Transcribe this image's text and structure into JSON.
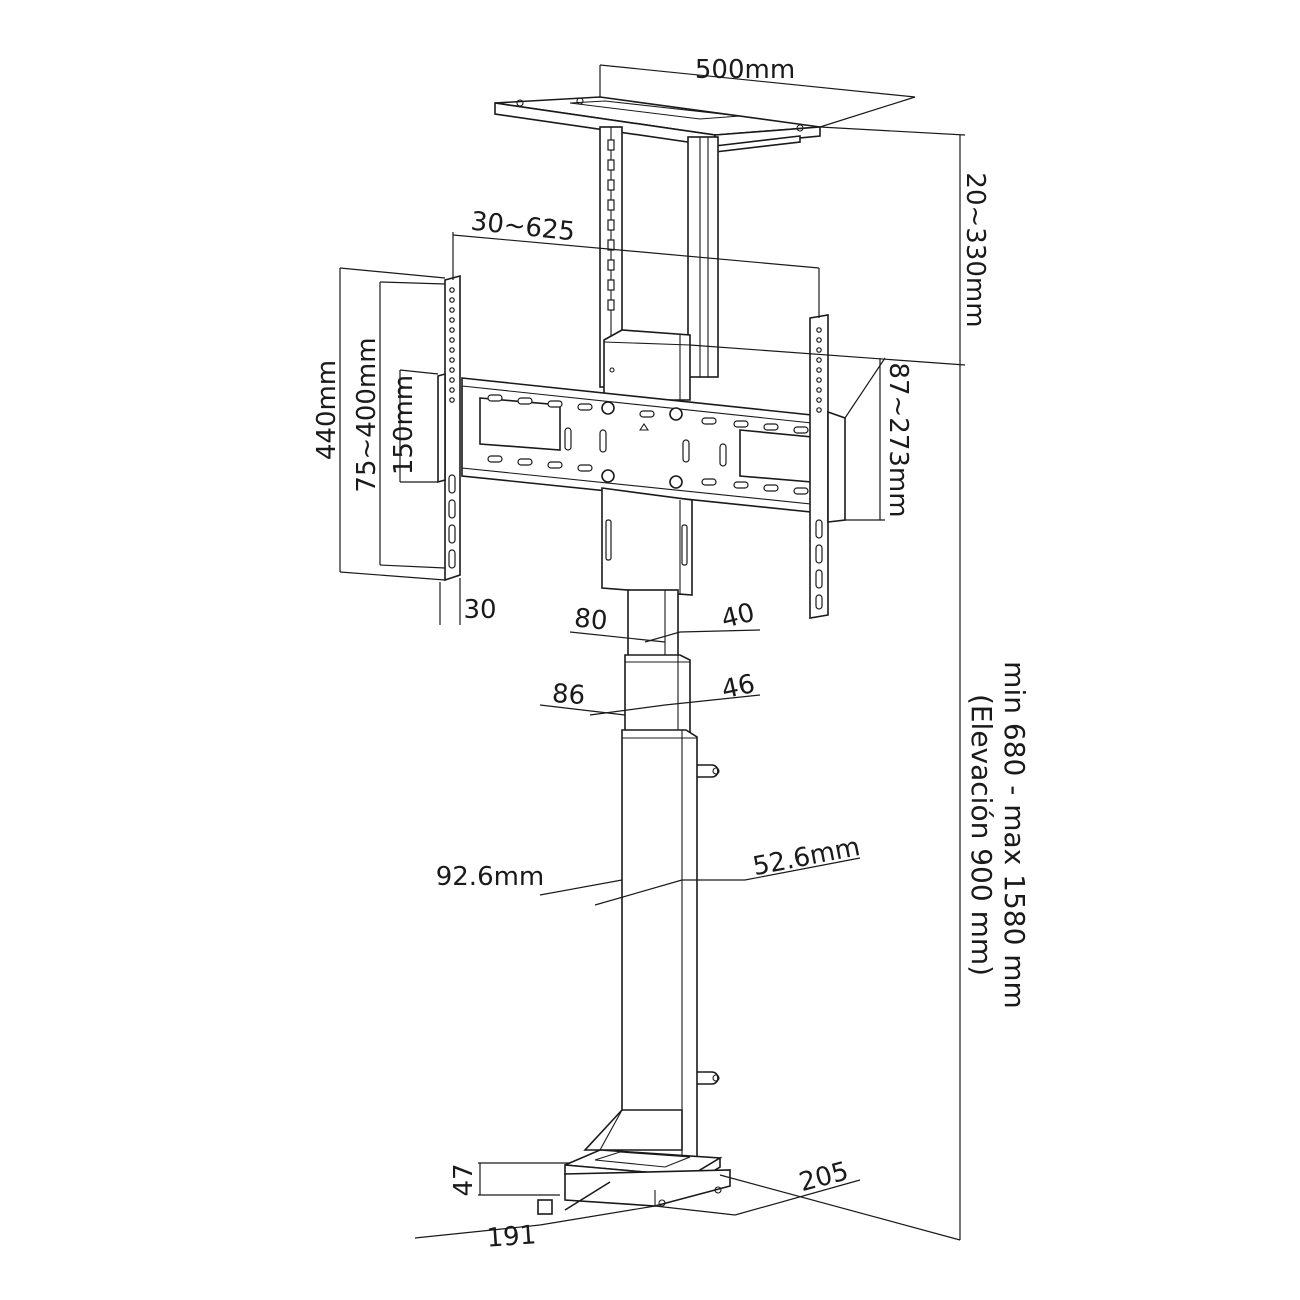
{
  "dimensions": {
    "top_plate_width": "500mm",
    "ceiling_drop": "20~330mm",
    "bracket_span": "30~625",
    "height_outer": "440mm",
    "height_vesa": "75~400mm",
    "height_inner": "150mm",
    "offset_right": "87~273mm",
    "arm_width": "30",
    "upper_tube_w": "80",
    "upper_tube_d": "40",
    "mid_tube_w": "86",
    "mid_tube_d": "46",
    "lower_tube_w": "92.6mm",
    "lower_tube_d": "52.6mm",
    "total_height_line1": "min 680 - max 1580 mm",
    "total_height_line2": "(Elevación 900 mm)",
    "base_height": "47",
    "base_depth": "191",
    "base_width": "205"
  }
}
